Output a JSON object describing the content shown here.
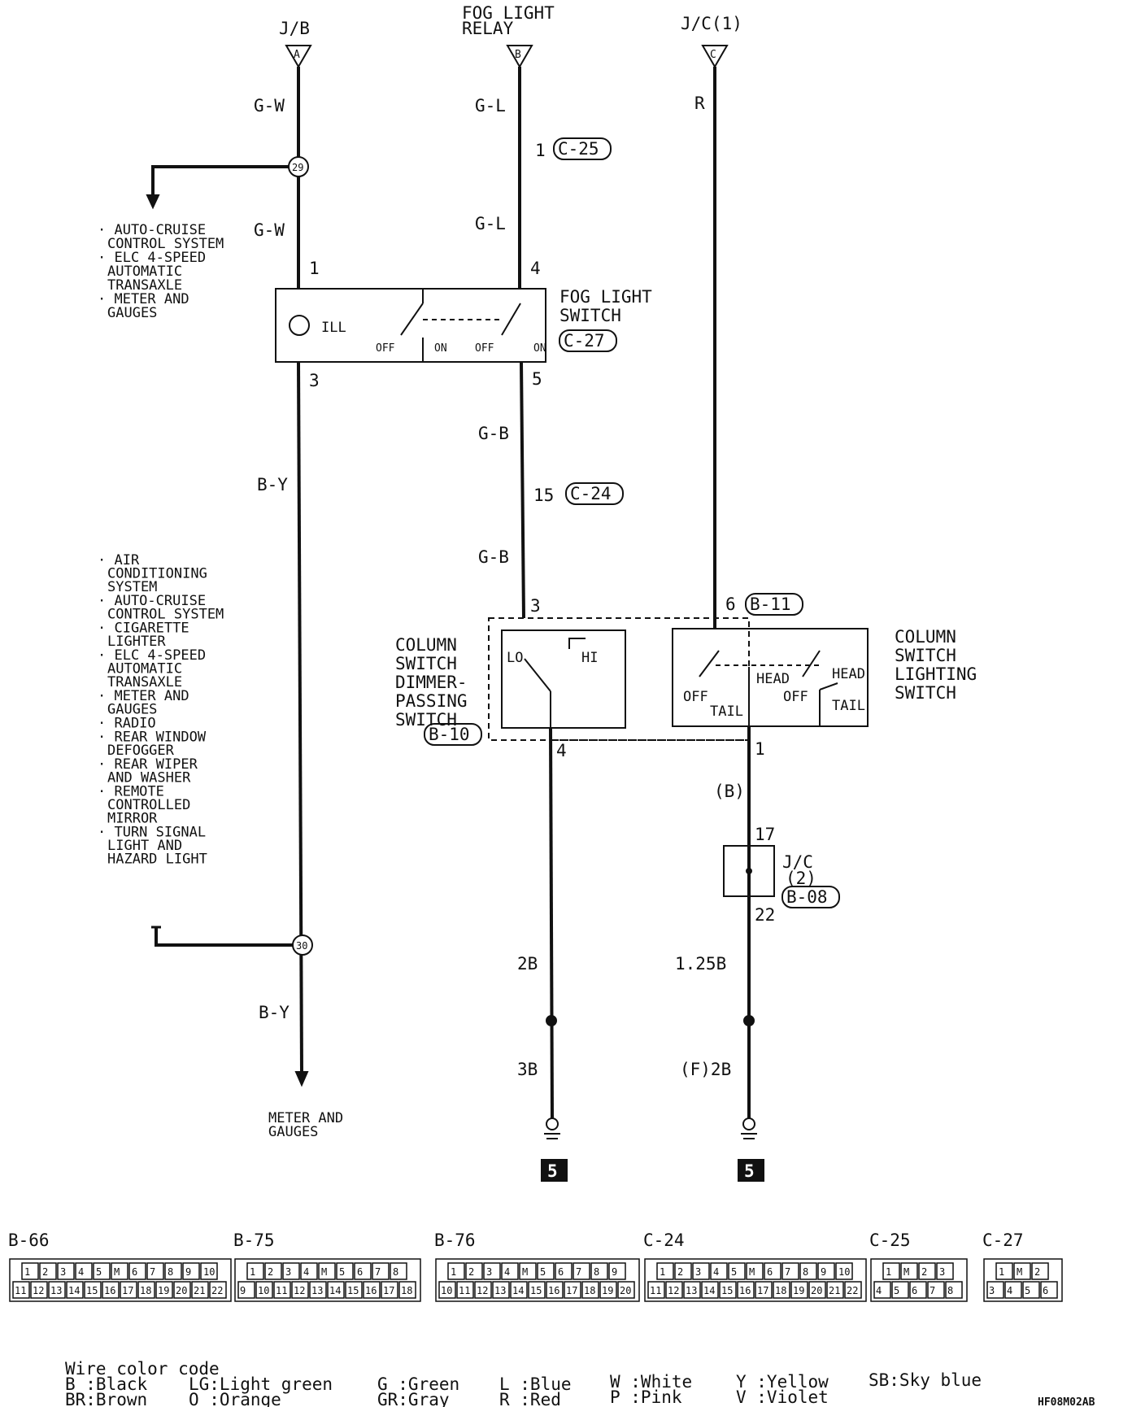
{
  "terminals": {
    "jb": {
      "title": "J/B",
      "letter": "A"
    },
    "fog_relay": {
      "title_line1": "FOG LIGHT",
      "title_line2": "RELAY",
      "letter": "B"
    },
    "jc1": {
      "title": "J/C(1)",
      "letter": "C"
    }
  },
  "wires": {
    "gw_top": "G-W",
    "gw_mid": "G-W",
    "by_mid": "B-Y",
    "by_bottom": "B-Y",
    "gl_top": "G-L",
    "gl_mid": "G-L",
    "gb_top": "G-B",
    "gb_bottom": "G-B",
    "r": "R",
    "b_paren": "(B)",
    "w_2b": "2B",
    "w_3b": "3B",
    "w_125b": "1.25B",
    "w_f2b": "(F)2B"
  },
  "pins": {
    "p1_left": "1",
    "p3_left": "3",
    "p4_fog": "4",
    "p5_fog": "5",
    "p1_c25": "1",
    "p15_c24": "15",
    "p3_col": "3",
    "p4_col": "4",
    "p6_b11": "6",
    "p1_col": "1",
    "p17": "17",
    "p22": "22"
  },
  "splices": {
    "s29": "29",
    "s30": "30"
  },
  "connectors": {
    "c25": "C-25",
    "c27": "C-27",
    "c24": "C-24",
    "b10": "B-10",
    "b11": "B-11",
    "b08": "B-08"
  },
  "components": {
    "fog_switch": {
      "line1": "FOG LIGHT",
      "line2": "SWITCH",
      "ill": "ILL",
      "off1": "OFF",
      "on1": "ON",
      "off2": "OFF",
      "on2": "ON"
    },
    "dimmer_switch": {
      "line1": "COLUMN",
      "line2": "SWITCH",
      "line3": "DIMMER-",
      "line4": "PASSING",
      "line5": "SWITCH",
      "lo": "LO",
      "hi": "HI"
    },
    "lighting_switch": {
      "line1": "COLUMN",
      "line2": "SWITCH",
      "line3": "LIGHTING",
      "line4": "SWITCH",
      "off1": "OFF",
      "tail1": "TAIL",
      "head1": "HEAD",
      "off2": "OFF",
      "head2": "HEAD",
      "tail2": "TAIL"
    },
    "jc2": {
      "line1": "J/C",
      "line2": "(2)"
    }
  },
  "ground_ref": [
    "5",
    "5"
  ],
  "left_list_top": [
    [
      "AUTO-CRUISE",
      "CONTROL SYSTEM"
    ],
    [
      "ELC 4-SPEED",
      "AUTOMATIC",
      "TRANSAXLE"
    ],
    [
      "METER AND",
      "GAUGES"
    ]
  ],
  "left_list_bottom": [
    [
      "AIR",
      "CONDITIONING",
      "SYSTEM"
    ],
    [
      "AUTO-CRUISE",
      "CONTROL SYSTEM"
    ],
    [
      "CIGARETTE",
      "LIGHTER"
    ],
    [
      "ELC 4-SPEED",
      "AUTOMATIC",
      "TRANSAXLE"
    ],
    [
      "METER AND",
      "GAUGES"
    ],
    [
      "RADIO"
    ],
    [
      "REAR WINDOW",
      "DEFOGGER"
    ],
    [
      "REAR WIPER",
      "AND WASHER"
    ],
    [
      "REMOTE",
      "CONTROLLED",
      "MIRROR"
    ],
    [
      "TURN SIGNAL",
      "LIGHT AND",
      "HAZARD LIGHT"
    ]
  ],
  "bottom_dest": [
    "METER AND",
    "GAUGES"
  ],
  "connector_views": [
    {
      "name": "B-66",
      "row1": [
        "1",
        "2",
        "3",
        "4",
        "5",
        "M",
        "6",
        "7",
        "8",
        "9",
        "10"
      ],
      "row2": [
        "11",
        "12",
        "13",
        "14",
        "15",
        "16",
        "17",
        "18",
        "19",
        "20",
        "21",
        "22"
      ]
    },
    {
      "name": "B-75",
      "row1": [
        "1",
        "2",
        "3",
        "4",
        "M",
        "5",
        "6",
        "7",
        "8"
      ],
      "row2": [
        "9",
        "10",
        "11",
        "12",
        "13",
        "14",
        "15",
        "16",
        "17",
        "18"
      ]
    },
    {
      "name": "B-76",
      "row1": [
        "1",
        "2",
        "3",
        "4",
        "M",
        "5",
        "6",
        "7",
        "8",
        "9"
      ],
      "row2": [
        "10",
        "11",
        "12",
        "13",
        "14",
        "15",
        "16",
        "17",
        "18",
        "19",
        "20"
      ]
    },
    {
      "name": "C-24",
      "row1": [
        "1",
        "2",
        "3",
        "4",
        "5",
        "M",
        "6",
        "7",
        "8",
        "9",
        "10"
      ],
      "row2": [
        "11",
        "12",
        "13",
        "14",
        "15",
        "16",
        "17",
        "18",
        "19",
        "20",
        "21",
        "22"
      ]
    },
    {
      "name": "C-25",
      "row1": [
        "1",
        "M",
        "2",
        "3"
      ],
      "row2": [
        "4",
        "5",
        "6",
        "7",
        "8"
      ]
    },
    {
      "name": "C-27",
      "row1": [
        "1",
        "M",
        "2"
      ],
      "row2": [
        "3",
        "4",
        "5",
        "6"
      ]
    }
  ],
  "legend": {
    "title": "Wire color code",
    "col1": [
      "B :Black",
      "BR:Brown"
    ],
    "col2": [
      "LG:Light green",
      "O :Orange"
    ],
    "col3": [
      "G :Green",
      "GR:Gray"
    ],
    "col4": [
      "L :Blue",
      "R :Red"
    ],
    "col5": [
      "W :White",
      "P :Pink"
    ],
    "col6": [
      "Y :Yellow",
      "V :Violet"
    ],
    "col7": [
      "SB:Sky blue"
    ]
  },
  "figure_code": "HF08M02AB"
}
